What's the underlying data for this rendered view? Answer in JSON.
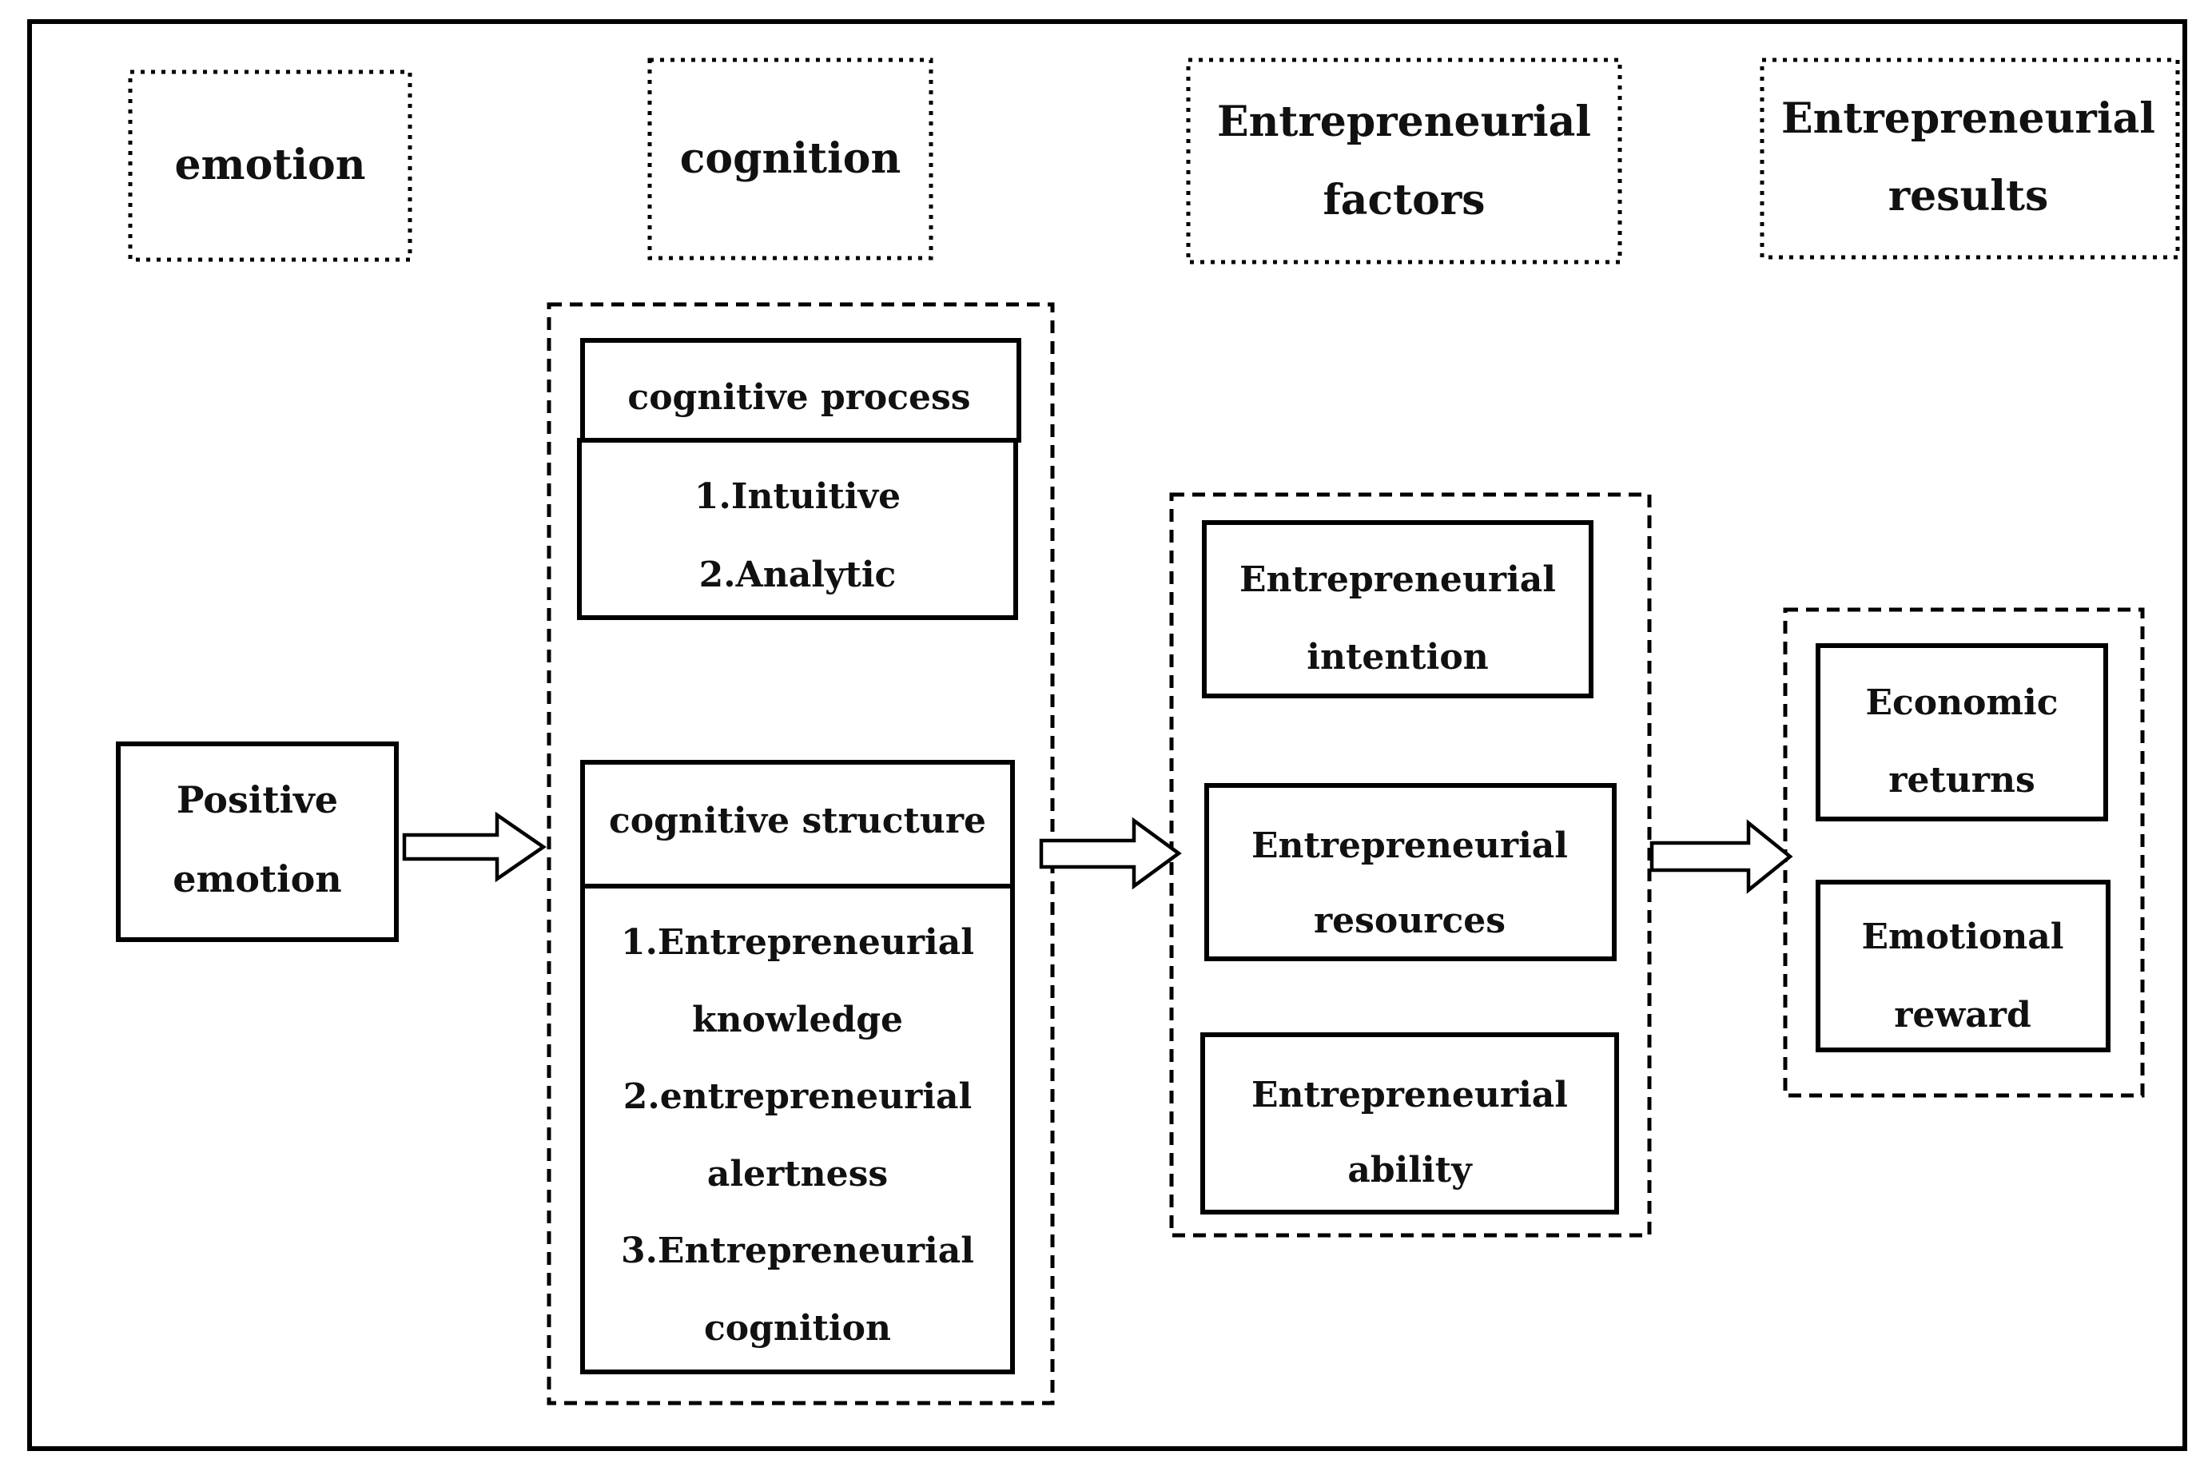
{
  "headers": {
    "emotion": "emotion",
    "cognition": "cognition",
    "factors_line1": "Entrepreneurial",
    "factors_line2": "factors",
    "results_line1": "Entrepreneurial",
    "results_line2": "results"
  },
  "positive_emotion": {
    "line1": "Positive",
    "line2": "emotion"
  },
  "cognitive_process": {
    "title": "cognitive process",
    "item1": "1.Intuitive",
    "item2": "2.Analytic"
  },
  "cognitive_structure": {
    "title": "cognitive structure",
    "item1_line1": "1.Entrepreneurial",
    "item1_line2": "knowledge",
    "item2_line1": "2.entrepreneurial",
    "item2_line2": "alertness",
    "item3_line1": "3.Entrepreneurial",
    "item3_line2": "cognition"
  },
  "factors": {
    "intention_line1": "Entrepreneurial",
    "intention_line2": "intention",
    "resources_line1": "Entrepreneurial",
    "resources_line2": "resources",
    "ability_line1": "Entrepreneurial",
    "ability_line2": "ability"
  },
  "results": {
    "economic_line1": "Economic",
    "economic_line2": "returns",
    "emotional_line1": "Emotional",
    "emotional_line2": "reward"
  }
}
